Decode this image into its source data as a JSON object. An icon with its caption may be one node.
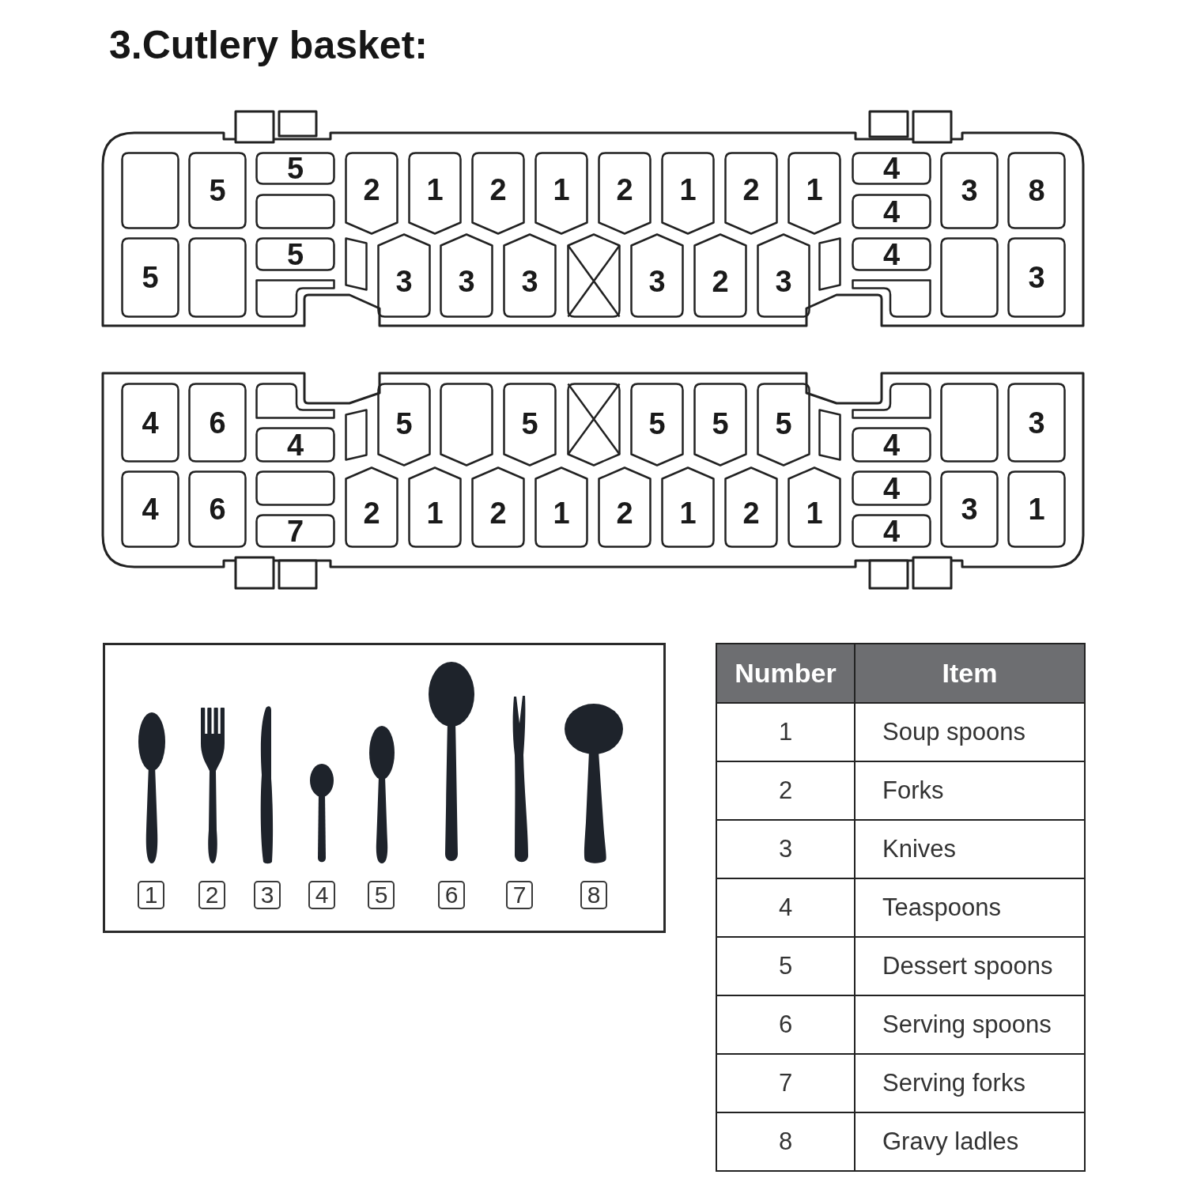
{
  "diagram": {
    "title": "3.Cutlery basket:",
    "nodes": [
      {
        "text": [],
        "shape": "box"
      },
      {
        "text": [],
        "shape": "box",
        "in": 0
      },
      {
        "text": [
          "5"
        ],
        "in": 0
      },
      {
        "text": [
          "5"
        ],
        "in": 0
      },
      {
        "text": [],
        "shape": "box",
        "in": 0
      },
      {
        "text": [
          "2"
        ],
        "in": 0
      },
      {
        "text": [
          "1"
        ],
        "in": 0
      },
      {
        "text": [
          "2"
        ],
        "in": 0
      },
      {
        "text": [
          "1"
        ],
        "in": 0
      },
      {
        "text": [
          "2"
        ],
        "in": 0
      },
      {
        "text": [
          "1"
        ],
        "in": 0
      },
      {
        "text": [
          "2"
        ],
        "in": 0
      },
      {
        "text": [
          "1"
        ],
        "in": 0
      },
      {
        "text": [
          "4"
        ],
        "in": 0
      },
      {
        "text": [
          "4"
        ],
        "in": 0
      },
      {
        "text": [
          "3"
        ],
        "in": 0
      },
      {
        "text": [
          "8"
        ],
        "in": 0
      },
      {
        "text": [
          "5"
        ],
        "in": 0
      },
      {
        "text": [],
        "shape": "box",
        "in": 0
      },
      {
        "text": [
          "5"
        ],
        "in": 0
      },
      {
        "text": [],
        "shape": "box",
        "in": 0
      },
      {
        "text": [],
        "shape": "box",
        "in": 0
      },
      {
        "text": [
          "3"
        ],
        "in": 0
      },
      {
        "text": [
          "3"
        ],
        "in": 0
      },
      {
        "text": [
          "3"
        ],
        "in": 0
      },
      {
        "text": [],
        "shape": "box",
        "in": 0
      },
      {
        "text": [
          "3"
        ],
        "in": 0
      },
      {
        "text": [
          "2"
        ],
        "in": 0
      },
      {
        "text": [
          "3"
        ],
        "in": 0
      },
      {
        "text": [],
        "shape": "box",
        "in": 0
      },
      {
        "text": [
          "4"
        ],
        "in": 0
      },
      {
        "text": [],
        "shape": "box",
        "in": 0
      },
      {
        "text": [],
        "shape": "box",
        "in": 0
      },
      {
        "text": [
          "3"
        ],
        "in": 0
      },
      {
        "text": [],
        "shape": "box"
      },
      {
        "text": [
          "4"
        ],
        "in": 34
      },
      {
        "text": [
          "6"
        ],
        "in": 34
      },
      {
        "text": [],
        "shape": "box",
        "in": 34
      },
      {
        "text": [
          "4"
        ],
        "in": 34
      },
      {
        "text": [],
        "shape": "box",
        "in": 34
      },
      {
        "text": [
          "5"
        ],
        "in": 34
      },
      {
        "text": [],
        "shape": "box",
        "in": 34
      },
      {
        "text": [
          "5"
        ],
        "in": 34
      },
      {
        "text": [],
        "shape": "box",
        "in": 34
      },
      {
        "text": [
          "5"
        ],
        "in": 34
      },
      {
        "text": [
          "5"
        ],
        "in": 34
      },
      {
        "text": [
          "5"
        ],
        "in": 34
      },
      {
        "text": [],
        "shape": "box",
        "in": 34
      },
      {
        "text": [],
        "shape": "box",
        "in": 34
      },
      {
        "text": [
          "4"
        ],
        "in": 34
      },
      {
        "text": [],
        "shape": "box",
        "in": 34
      },
      {
        "text": [
          "3"
        ],
        "in": 34
      },
      {
        "text": [
          "4"
        ],
        "in": 34
      },
      {
        "text": [
          "6"
        ],
        "in": 34
      },
      {
        "text": [],
        "shape": "box",
        "in": 34
      },
      {
        "text": [
          "7"
        ],
        "in": 34
      },
      {
        "text": [
          "2"
        ],
        "in": 34
      },
      {
        "text": [
          "1"
        ],
        "in": 34
      },
      {
        "text": [
          "2"
        ],
        "in": 34
      },
      {
        "text": [
          "1"
        ],
        "in": 34
      },
      {
        "text": [
          "2"
        ],
        "in": 34
      },
      {
        "text": [
          "1"
        ],
        "in": 34
      },
      {
        "text": [
          "2"
        ],
        "in": 34
      },
      {
        "text": [
          "1"
        ],
        "in": 34
      },
      {
        "text": [
          "4"
        ],
        "in": 34
      },
      {
        "text": [
          "4"
        ],
        "in": 34
      },
      {
        "text": [
          "3"
        ],
        "in": 34
      },
      {
        "text": [
          "1"
        ],
        "in": 34
      },
      {
        "text": [],
        "shape": "box"
      },
      {
        "text": [
          "1"
        ],
        "in": 68
      },
      {
        "text": [
          "2"
        ],
        "in": 68
      },
      {
        "text": [
          "3"
        ],
        "in": 68
      },
      {
        "text": [
          "4"
        ],
        "in": 68
      },
      {
        "text": [
          "5"
        ],
        "in": 68
      },
      {
        "text": [
          "6"
        ],
        "in": 68
      },
      {
        "text": [
          "7"
        ],
        "in": 68
      },
      {
        "text": [
          "8"
        ],
        "in": 68
      }
    ],
    "labels": [
      "Number",
      "Item",
      "1",
      "Soup spoons",
      "2",
      "Forks",
      "3",
      "Knives",
      "4",
      "Teaspoons",
      "5",
      "Dessert spoons",
      "6",
      "Serving spoons",
      "7",
      "Serving forks",
      "8",
      "Gravy ladles"
    ]
  }
}
